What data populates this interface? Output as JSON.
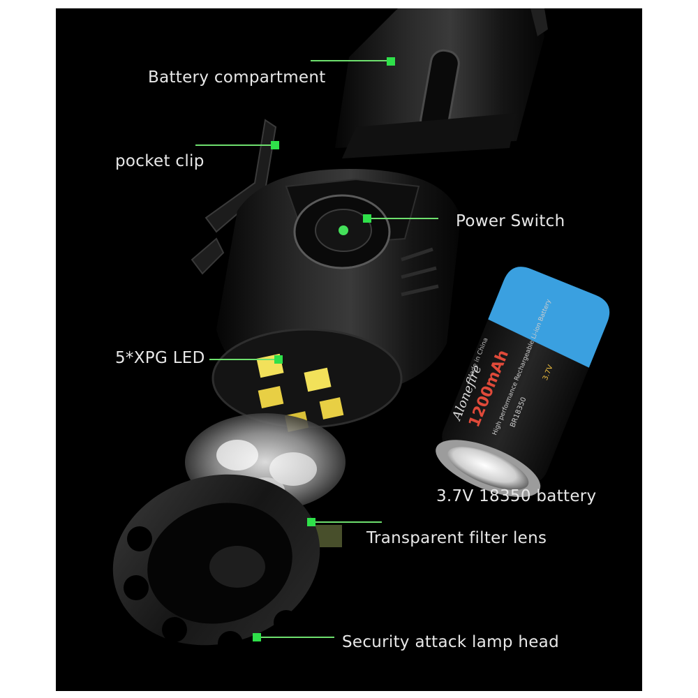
{
  "labels": {
    "battery_compartment": "Battery compartment",
    "pocket_clip": "pocket clip",
    "power_switch": "Power Switch",
    "led": "5*XPG LED",
    "battery": "3.7V 18350 battery",
    "filter_lens": "Transparent filter lens",
    "lamp_head": "Security attack lamp head"
  },
  "battery_print": {
    "brand": "Alonefire",
    "capacity": "1200mAh",
    "model": "BR18350",
    "voltage": "3.7V",
    "made_in": "Made in China",
    "description": "High performance Rechargeable Li-ion Battery"
  },
  "colors": {
    "accent": "#2fe04a",
    "leader": "#6ee06e",
    "battery_wrap": "#3aa0e0",
    "background": "#000000"
  }
}
